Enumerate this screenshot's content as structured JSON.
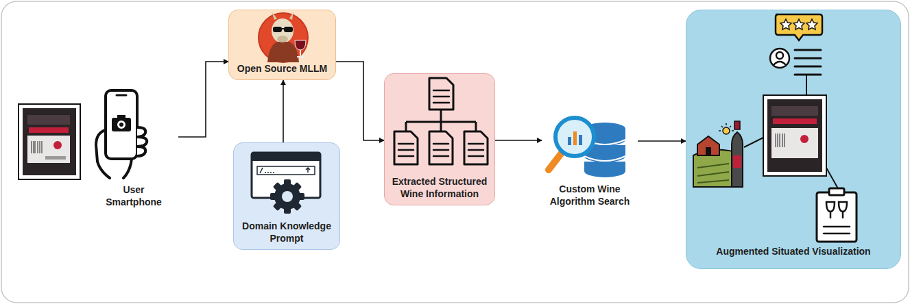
{
  "diagram": {
    "nodes": [
      {
        "text": [
          "User Smartphone"
        ]
      },
      {
        "text": [
          "Open Source MLLM"
        ]
      },
      {
        "text": [
          "Domain Knowledge Prompt"
        ]
      },
      {
        "text": [
          "Extracted Structured Wine Information"
        ]
      },
      {
        "text": [
          "Custom Wine Algorithm Search"
        ]
      },
      {
        "text": [
          "Augmented Situated Visualization"
        ]
      }
    ],
    "edges": [
      {
        "from": 0,
        "to": 1,
        "arrow": "to"
      },
      {
        "from": 2,
        "to": 1,
        "arrow": "to"
      },
      {
        "from": 1,
        "to": 3,
        "arrow": "to"
      },
      {
        "from": 3,
        "to": 4,
        "arrow": "to"
      },
      {
        "from": 4,
        "to": 5,
        "arrow": "to"
      }
    ]
  }
}
